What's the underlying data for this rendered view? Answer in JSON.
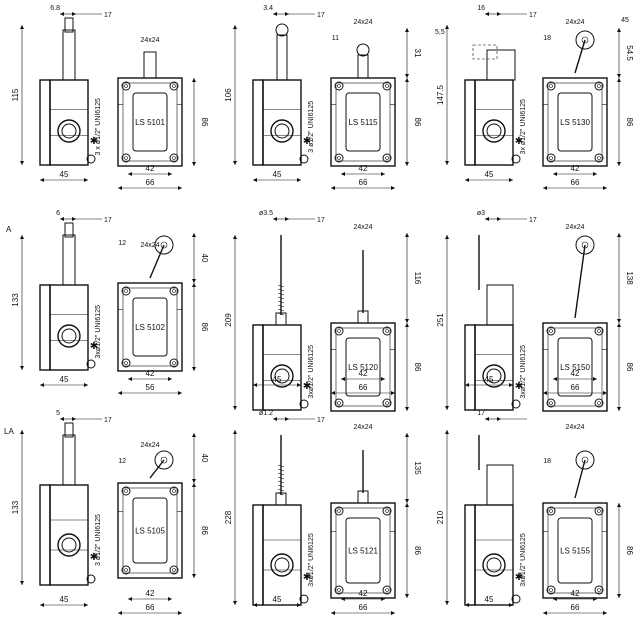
{
  "colors": {
    "ink": "#111111",
    "paper": "#ffffff"
  },
  "marks": {
    "top_left": "A",
    "mid_left": "LA"
  },
  "sheet": {
    "cells": [
      {
        "id": "c1",
        "model": "LS 5101",
        "thread": "3 x ø1/2\" UNI6125",
        "h": "115",
        "dims": {
          "d1": "6.8",
          "d2": "17",
          "d3": "24x24",
          "w1": "45",
          "w2": "42",
          "w3": "66",
          "h2": "86"
        }
      },
      {
        "id": "c2",
        "model": "LS 5115",
        "thread": "3 ø1/2\" UNI6125",
        "h": "106",
        "dims": {
          "d1": "3.4",
          "d2": "17",
          "d3": "24x24",
          "d4": "11",
          "d5": "31",
          "w1": "45",
          "w2": "42",
          "w3": "66",
          "h2": "86"
        }
      },
      {
        "id": "c3",
        "model": "LS 5130",
        "thread": "3x ø1/2\" UNI6125",
        "h": "147.5",
        "dims": {
          "d0": "5,5",
          "d1": "16",
          "d2": "17",
          "d3": "24x24",
          "d4": "18",
          "d5": "54.5",
          "d6": "45",
          "w1": "45",
          "w2": "42",
          "w3": "66",
          "h2": "86"
        }
      },
      {
        "id": "c4",
        "model": "LS 5102",
        "thread": "3xø1/2\" UNI6125",
        "h": "133",
        "dims": {
          "d1": "6",
          "d2": "17",
          "d3": "24x24",
          "d4": "12",
          "d5": "40",
          "w1": "45",
          "w2": "42",
          "w3": "56",
          "h2": "86"
        }
      },
      {
        "id": "c5",
        "model": "LS 5120",
        "thread": "3xø1/2\" UNI6125",
        "h": "209",
        "dims": {
          "d1": "ø3.5",
          "d2": "17",
          "d3": "24x24",
          "d5": "116",
          "w1": "45",
          "w2": "42",
          "w3": "66",
          "h2": "86"
        }
      },
      {
        "id": "c6",
        "model": "LS 5150",
        "thread": "3xø1/2\" UNI6125",
        "h": "251",
        "dims": {
          "d1": "ø3",
          "d2": "17",
          "d3": "24x24",
          "d5": "138",
          "w1": "45",
          "w2": "42",
          "w3": "66",
          "h2": "86"
        }
      },
      {
        "id": "c7",
        "model": "LS 5105",
        "thread": "3 ø1/2\" UNI6125",
        "h": "133",
        "dims": {
          "d1": "5",
          "d2": "17",
          "d3": "24x24",
          "d4": "12",
          "d5": "40",
          "w1": "45",
          "w2": "42",
          "w3": "66",
          "h2": "86"
        }
      },
      {
        "id": "c8",
        "model": "LS 5121",
        "thread": "3xø1/2\" UNI6125",
        "h": "228",
        "dims": {
          "d1": "ø1.2",
          "d2": "17",
          "d3": "24x24",
          "d5": "135",
          "w1": "45",
          "w2": "42",
          "w3": "66",
          "h2": "86"
        }
      },
      {
        "id": "c9",
        "model": "LS 5155",
        "thread": "3xø1/2\" UNI6125",
        "h": "210",
        "dims": {
          "d1": "17",
          "d3": "24x24",
          "d4": "18",
          "w1": "45",
          "w2": "42",
          "w3": "66",
          "h2": "86"
        }
      }
    ]
  }
}
